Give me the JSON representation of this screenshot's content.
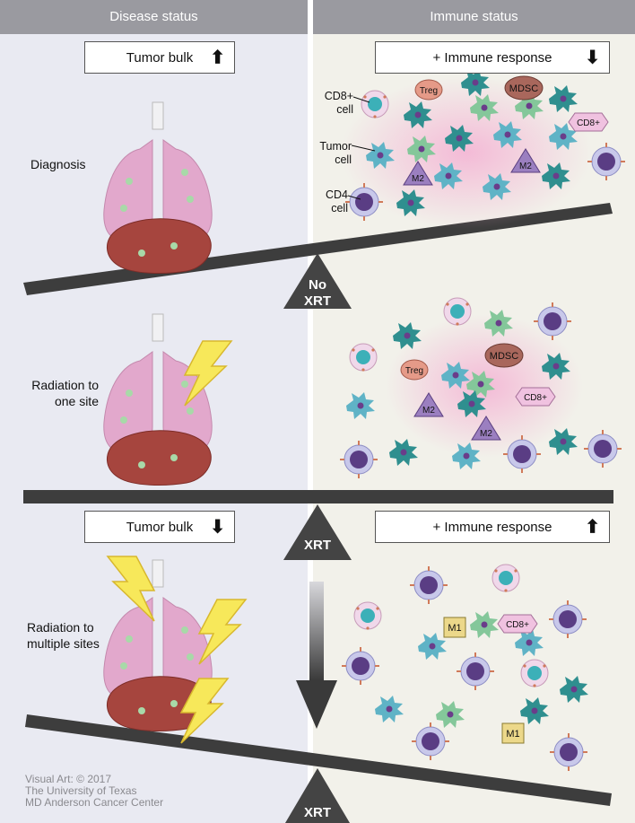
{
  "headers": {
    "left": "Disease status",
    "right": "Immune status"
  },
  "top_row": {
    "tumor_bulk": "Tumor bulk",
    "tumor_arrow": "⬆",
    "immune_response": "+ Immune response",
    "immune_arrow": "⬇"
  },
  "bottom_row": {
    "tumor_bulk": "Tumor bulk",
    "tumor_arrow": "⬇",
    "immune_response": "+ Immune response",
    "immune_arrow": "⬆"
  },
  "stages": {
    "diagnosis": "Diagnosis",
    "one_site": [
      "Radiation to",
      "one site"
    ],
    "multiple_sites": [
      "Radiation to",
      "multiple sites"
    ]
  },
  "fulcrums": {
    "no_xrt": [
      "No",
      "XRT"
    ],
    "xrt_middle": "XRT",
    "xrt_bottom": "XRT"
  },
  "cell_labels": {
    "cd8": [
      "CD8+",
      "cell"
    ],
    "tumor": [
      "Tumor",
      "cell"
    ],
    "cd4": [
      "CD4",
      "cell"
    ]
  },
  "markers": {
    "treg": "Treg",
    "mdsc": "MDSC",
    "cd8": "CD8+",
    "m2": "M2",
    "m1": "M1"
  },
  "credit": [
    "Visual Art: © 2017",
    "The University of Texas",
    "MD Anderson Cancer Center"
  ],
  "colors": {
    "left_bg": "#e9eaf2",
    "right_bg": "#f2f1ea",
    "header": "#9a9aa0",
    "beam": "#3d3d3d",
    "tumor_cell": "#5fb3c6",
    "tumor_cell_dark": "#2f8f8f",
    "m2_marker": "#9b7fc0",
    "treg_marker": "#e59a88",
    "mdsc_marker": "#a9675c",
    "cd8_marker": "#f0c2e0",
    "m1_marker": "#ecd88a",
    "lightning": "#f7e85a"
  }
}
